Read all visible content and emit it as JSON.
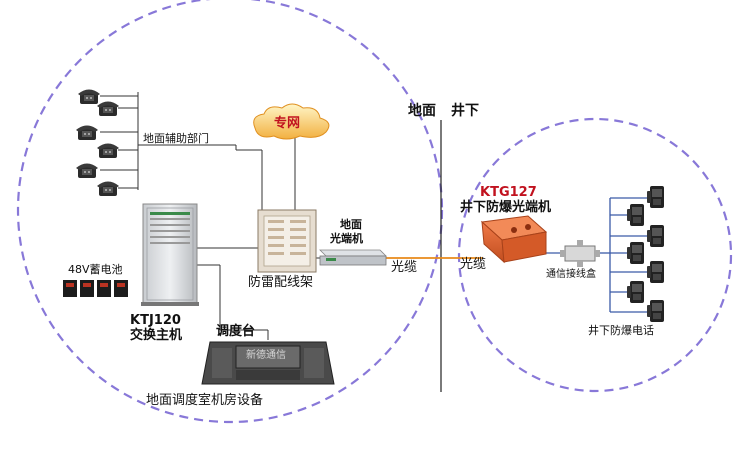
{
  "labels": {
    "surface_aux_dept": "地面辅助部门",
    "private_network": "专网",
    "surface": "地面",
    "underground": "井下",
    "battery": "48V蓄电池",
    "ktj_model": "KTJ120",
    "ktj_name": "交换主机",
    "lightning_frame": "防雷配线架",
    "surface_optical_line1": "地面",
    "surface_optical_line2": "光端机",
    "cable_left": "光缆",
    "cable_right": "光缆",
    "ktg_model": "KTG127",
    "ktg_name": "井下防爆光端机",
    "junction_box": "通信接线盒",
    "underground_phones": "井下防爆电话",
    "dispatch_console": "调度台",
    "console_screen": "新德通信",
    "surface_room": "地面调度室机房设备"
  },
  "colors": {
    "circle_dash": "#8878d8",
    "fiber": "#e88a1a",
    "phone_line": "#3a5aa8",
    "wire": "#333333"
  },
  "icons": {
    "phone": "telephone-icon",
    "cloud": "cloud-icon",
    "cabinet": "switch-cabinet-icon",
    "battery": "battery-icon",
    "frame": "distribution-frame-icon",
    "optical": "optical-terminal-icon",
    "ex_optical": "explosion-proof-terminal-icon",
    "jbox": "junction-box-icon",
    "console": "dispatch-console-icon"
  }
}
